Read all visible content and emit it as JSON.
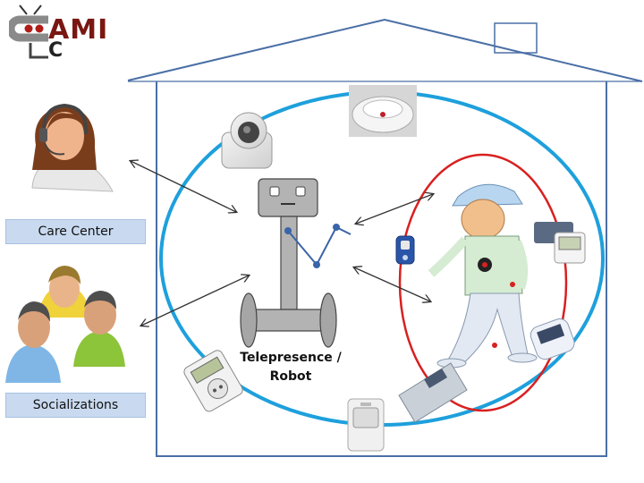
{
  "logo": {
    "text": "AMI",
    "sub": "C"
  },
  "labels": {
    "care_center": "Care Center",
    "socializations": "Socializations",
    "robot_line1": "Telepresence /",
    "robot_line2": "Robot"
  },
  "colors": {
    "house_outline": "#4a6fa5",
    "home_ring": "#1ea0dc",
    "person_ring": "#d92020",
    "robot_gray": "#b3b3b3",
    "label_bg": "#c9daf0",
    "logo_red": "#7a1712"
  },
  "icons": [
    "camera-icon",
    "smoke-detector-icon",
    "timer-plug-icon",
    "motion-sensor-icon",
    "panic-button-icon",
    "blood-pressure-monitor-icon",
    "glucometer-icon",
    "weight-scale-icon"
  ]
}
